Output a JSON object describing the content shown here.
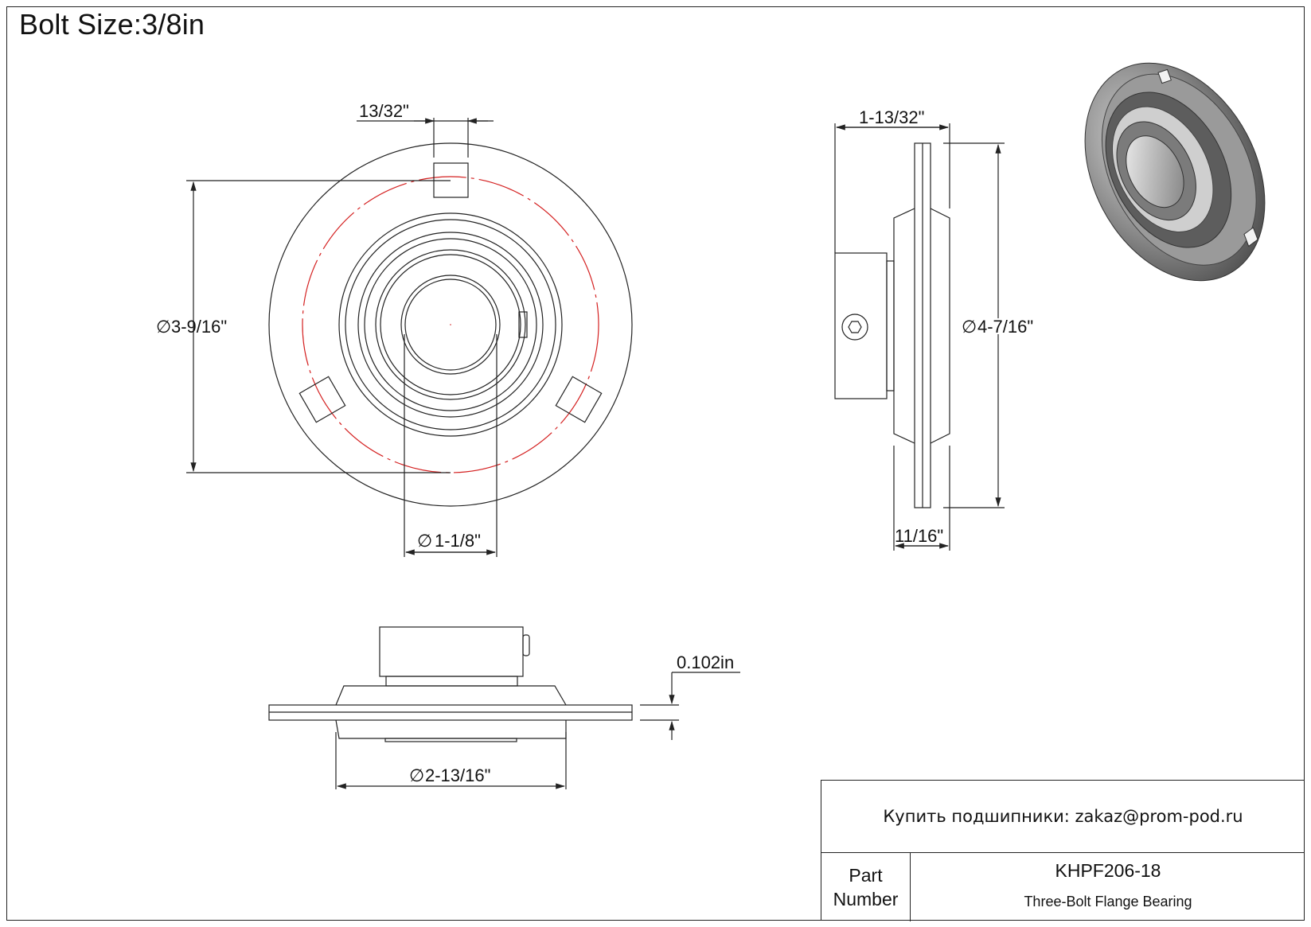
{
  "title": "Bolt Size:3/8in",
  "dimensions": {
    "bolt_hole_width": "13/32\"",
    "bolt_circle_diameter": "3-9/16\"",
    "bore_diameter": "1-1/8\"",
    "overall_width": "1-13/32\"",
    "flange_diameter": "4-7/16\"",
    "housing_width": "11/16\"",
    "flange_thickness": "0.102in",
    "pilot_diameter": "2-13/16\""
  },
  "diameter_symbol": "∅",
  "title_block": {
    "buy_text": "Купить подшипники: zakaz@prom-pod.ru",
    "part_label_line1": "Part",
    "part_label_line2": "Number",
    "part_number": "KHPF206-18",
    "part_description": "Three-Bolt Flange Bearing"
  },
  "colors": {
    "line": "#222222",
    "bolt_circle": "#d42020",
    "render_dark": "#6e6e6e",
    "render_light": "#c8c8c8"
  }
}
